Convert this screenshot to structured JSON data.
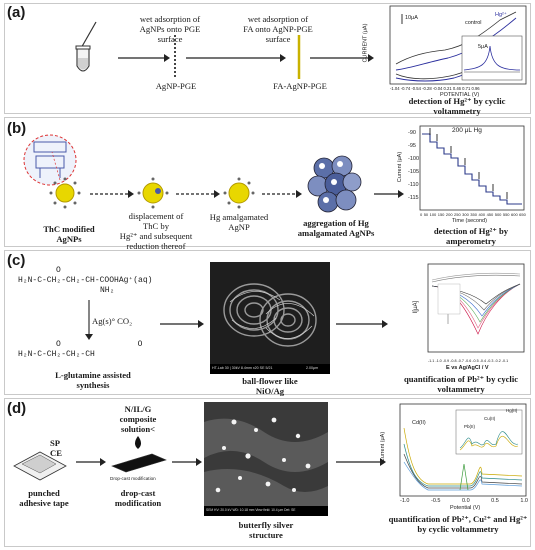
{
  "panel_a": {
    "label": "(a)",
    "step1_line1": "wet adsorption of",
    "step1_line2": "AgNPs onto PGE",
    "step1_line3": "surface",
    "node1": "AgNP-PGE",
    "step2_line1": "wet adsorption of",
    "step2_line2": "FA onto AgNP-PGE",
    "step2_line3": "surface",
    "node2": "FA-AgNP-PGE",
    "graph_ylabel": "CURRENT (μA)",
    "graph_xlabel": "POTENTIAL (V)",
    "scale": "10μA",
    "inset_scale": "5μA",
    "legend_hg": "Hg²⁺",
    "legend_control": "control",
    "xticks": "-1.04 -0.74 -0.54 -0.28 -0.04 0.21 0.46 0.71 0.96",
    "caption1": "detection of Hg²⁺ by cyclic",
    "caption2": "voltammetry"
  },
  "panel_b": {
    "label": "(b)",
    "node1_l1": "ThC modified",
    "node1_l2": "AgNPs",
    "step_l1": "displacement of",
    "step_l2": "ThC by",
    "step_l3": "Hg²⁺ and subsequent",
    "step_l4": "reduction thereof",
    "node2_l1": "Hg amalgamated",
    "node2_l2": "AgNP",
    "node3_l1": "aggregation of Hg",
    "node3_l2": "amalgamated AgNPs",
    "graph_annot": "200 μL Hg",
    "graph_ylabel": "Current (μA)",
    "graph_xlabel": "Time (second)",
    "yticks": [
      "-90",
      "-95",
      "-100",
      "-105",
      "-110",
      "-115"
    ],
    "xticks": [
      "0",
      "50",
      "100",
      "150",
      "200",
      "250",
      "300",
      "350",
      "400",
      "450",
      "500",
      "550",
      "600",
      "650"
    ],
    "caption1": "detection of Hg²⁺ by",
    "caption2": "amperometry"
  },
  "panel_c": {
    "label": "(c)",
    "mol_line1": "O",
    "mol_line2": "H₂N-C-CH₂-CH₂-CH-COOHAg⁺(aq)",
    "mol_line3": "NH₂",
    "reagent": "Ag(s)° CO₂",
    "product_line1": "O                O",
    "product_line2": "H₂N-C-CH₂-CH₂-CH",
    "synth1": "L-glutamine assisted",
    "synth2": "synthesis",
    "sem_footer": "HT-Lab 30 | 30kV 8.4mm x20 SE 5/21",
    "sem_scale": "2.00μm",
    "sem_cap1": "ball-flower like",
    "sem_cap2": "NiO/Ag",
    "graph_ylabel": "I[μA]",
    "graph_xlabel": "E vs Ag/AgCl / V",
    "xticks": "-1.1 -1.0 -0.9 -0.8 -0.7 -0.6 -0.5 -0.4 -0.3 -0.2 -0.1",
    "caption1": "quantification of Pb²⁺ by cyclic",
    "caption2": "voltammetry"
  },
  "panel_d": {
    "label": "(d)",
    "comp1": "N/IL/G",
    "comp2": "composite",
    "comp3": "solution<",
    "tape_l1": "SP",
    "tape_l2": "CE",
    "tape_cap1": "punched",
    "tape_cap2": "adhesive tape",
    "drop_tag": "Drop-cast modification",
    "drop_cap1": "drop-cast",
    "drop_cap2": "modification",
    "sem_footer": "SEM HV: 20.0 kV  WD: 10.18 mm  View field: 10.4 μm  Det: SE",
    "sem_cap1": "butterfly silver",
    "sem_cap2": "structure",
    "graph_ylabel": "Current (μA)",
    "graph_xlabel": "Potential (V)",
    "peak_cd": "Cd(II)",
    "peak_pb": "Pb(II)",
    "peak_cu": "Cu(II)",
    "peak_hg": "Hg(II)",
    "xticks": [
      "-1.0",
      "-0.5",
      "0.0",
      "0.5",
      "1.0"
    ],
    "caption1": "quantification of Pb²⁺, Cu²⁺ and Hg²⁺",
    "caption2": "by cyclic voltammetry"
  }
}
